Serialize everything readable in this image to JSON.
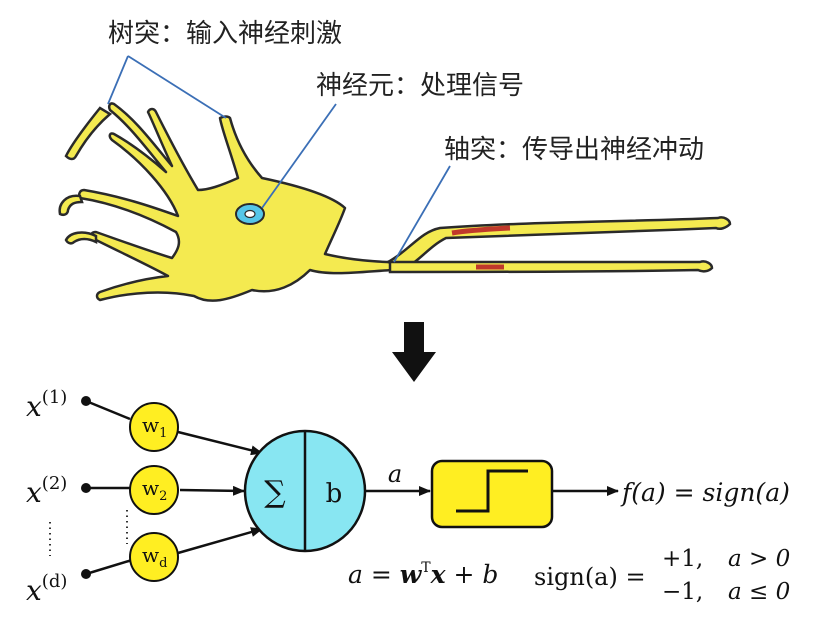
{
  "neuron": {
    "dendrite_label": "树突：输入神经刺激",
    "soma_label": "神经元：处理信号",
    "axon_label": "轴突：传导出神经冲动",
    "colors": {
      "cell_fill": "#f4ea50",
      "nucleus_fill": "#55c6e8",
      "myelin": "#c0392b",
      "pointer_line": "#3b6fb6"
    }
  },
  "arrow": {
    "icon": "down-arrow-icon",
    "color": "#111111"
  },
  "perceptron": {
    "inputs": [
      {
        "var": "x",
        "sup": "(1)"
      },
      {
        "var": "x",
        "sup": "(2)"
      },
      {
        "var": "x",
        "sup": "(d)"
      }
    ],
    "weights": [
      {
        "base": "w",
        "sub": "1"
      },
      {
        "base": "w",
        "sub": "2"
      },
      {
        "base": "w",
        "sub": "d"
      }
    ],
    "sum_symbol": "∑",
    "bias_label": "b",
    "activation_label": "a",
    "output_label": "f(a) = sign(a)",
    "formula": "a = wTx + b",
    "sign_def": {
      "lhs": "sign(a) =",
      "cases": [
        {
          "value": "+1,",
          "cond": "a > 0"
        },
        {
          "value": "−1,",
          "cond": "a ≤ 0"
        }
      ]
    },
    "colors": {
      "weight_fill": "#ffee22",
      "neuron_fill": "#88e6f2",
      "step_fill": "#ffee22"
    }
  }
}
